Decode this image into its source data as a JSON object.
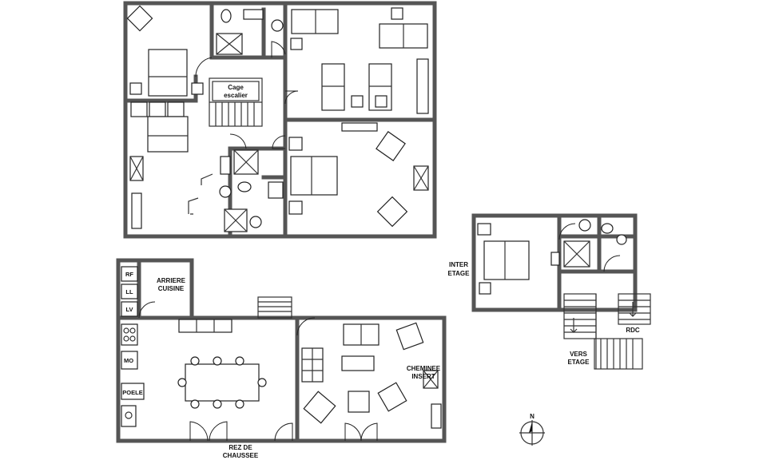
{
  "labels": {
    "cage_escalier_1": "Cage",
    "cage_escalier_2": "escalier",
    "arriere_cuisine_1": "ARRIERE",
    "arriere_cuisine_2": "CUISINE",
    "rf": "RF",
    "ll": "LL",
    "lv": "LV",
    "mo": "MO",
    "poele": "POELE",
    "rez_1": "REZ DE",
    "rez_2": "CHAUSSEE",
    "cheminee_1": "CHEMINEE",
    "cheminee_2": "INSERT",
    "inter_1": "INTER",
    "inter_2": "ETAGE",
    "rdc": "RDC",
    "vers_1": "VERS",
    "vers_2": "ETAGE",
    "north": "N"
  }
}
